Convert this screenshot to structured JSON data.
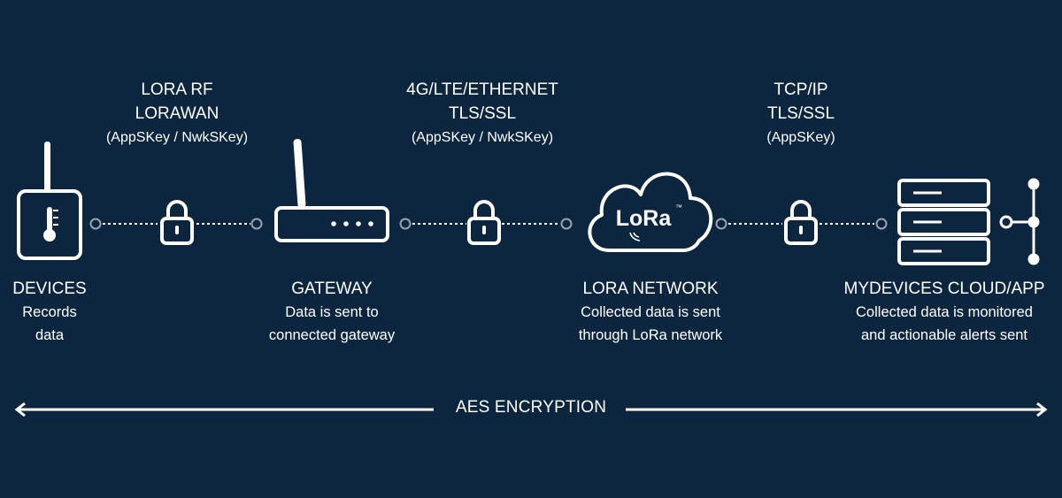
{
  "links": [
    {
      "line1": "LORA RF",
      "line2": "LORAWAN",
      "keys": "(AppSKey / NwkSKey)"
    },
    {
      "line1": "4G/LTE/ETHERNET",
      "line2": "TLS/SSL",
      "keys": "(AppSKey / NwkSKey)"
    },
    {
      "line1": "TCP/IP",
      "line2": "TLS/SSL",
      "keys": "(AppSKey)"
    }
  ],
  "nodes": [
    {
      "title": "DEVICES",
      "desc1": "Records",
      "desc2": "data",
      "icon": "thermometer-device-icon"
    },
    {
      "title": "GATEWAY",
      "desc1": "Data is sent to",
      "desc2": "connected gateway",
      "icon": "router-icon"
    },
    {
      "title": "LORA NETWORK",
      "desc1": "Collected data is sent",
      "desc2": "through LoRa network",
      "icon": "cloud-icon"
    },
    {
      "title": "MYDEVICES CLOUD/APP",
      "desc1": "Collected data is monitored",
      "desc2": "and actionable alerts sent",
      "icon": "server-stack-icon"
    }
  ],
  "cloud_logo": "LoRa",
  "cloud_logo_tm": "™",
  "encryption_label": "AES ENCRYPTION",
  "colors": {
    "background": "#0d2640",
    "foreground": "#ffffff",
    "connector": "#9aa4ae"
  }
}
